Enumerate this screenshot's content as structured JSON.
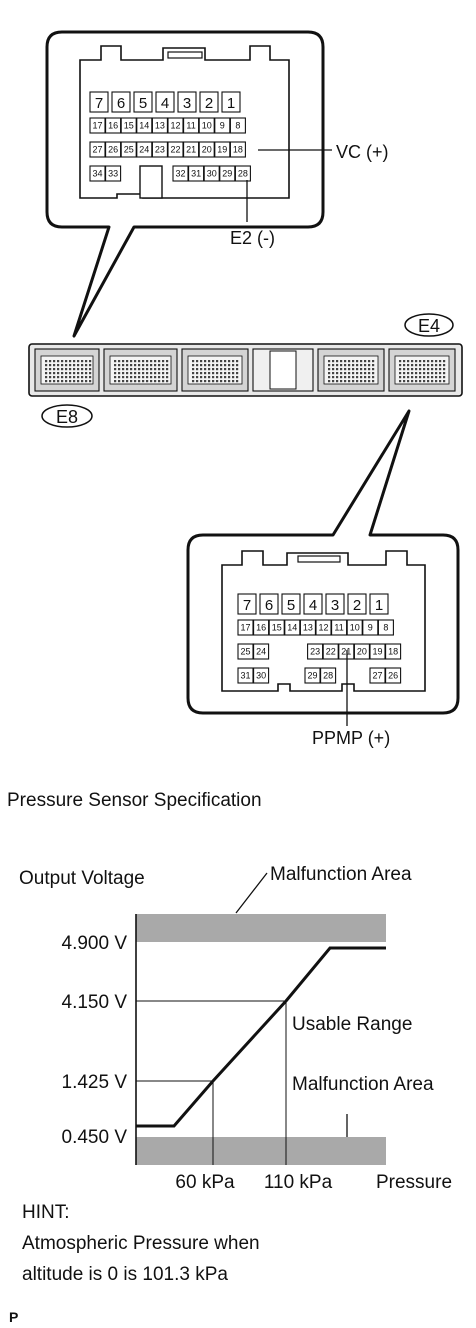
{
  "connector_e8": {
    "label": "E8",
    "rows": [
      [
        "7",
        "6",
        "5",
        "4",
        "3",
        "2",
        "1"
      ],
      [
        "17",
        "16",
        "15",
        "14",
        "13",
        "12",
        "11",
        "10",
        "9",
        "8"
      ],
      [
        "27",
        "26",
        "25",
        "24",
        "23",
        "22",
        "21",
        "20",
        "19",
        "18"
      ],
      [
        "34",
        "33",
        "32",
        "31",
        "30",
        "29",
        "28"
      ]
    ],
    "callout_vc": "VC (+)",
    "callout_e2": "E2 (-)"
  },
  "ecu": {
    "label_e4": "E4"
  },
  "connector_e4": {
    "label": "E4",
    "rows": [
      [
        "7",
        "6",
        "5",
        "4",
        "3",
        "2",
        "1"
      ],
      [
        "17",
        "16",
        "15",
        "14",
        "13",
        "12",
        "11",
        "10",
        "9",
        "8"
      ],
      [
        "25",
        "24",
        "23",
        "22",
        "21",
        "20",
        "19",
        "18"
      ],
      [
        "31",
        "30",
        "29",
        "28",
        "27",
        "26"
      ]
    ],
    "callout_ppmp": "PPMP (+)"
  },
  "spec": {
    "title": "Pressure Sensor Specification"
  },
  "chart_data": {
    "type": "line",
    "title": "",
    "ylabel": "Output Voltage",
    "xlabel": "Pressure",
    "y_ticks": [
      "4.900 V",
      "4.150 V",
      "1.425 V",
      "0.450 V"
    ],
    "x_ticks": [
      "60 kPa",
      "110 kPa"
    ],
    "series": [
      {
        "x": [
          0,
          30,
          60,
          110,
          150,
          200
        ],
        "y": [
          0.45,
          0.45,
          1.425,
          4.15,
          4.9,
          4.9
        ]
      }
    ],
    "annotations": [
      "Malfunction Area",
      "Usable Range",
      "Malfunction Area"
    ]
  },
  "hint": {
    "label": "HINT:",
    "line1": "Atmospheric Pressure when",
    "line2": "altitude is 0 is 101.3 kPa"
  },
  "footer": {
    "mark": "P"
  }
}
